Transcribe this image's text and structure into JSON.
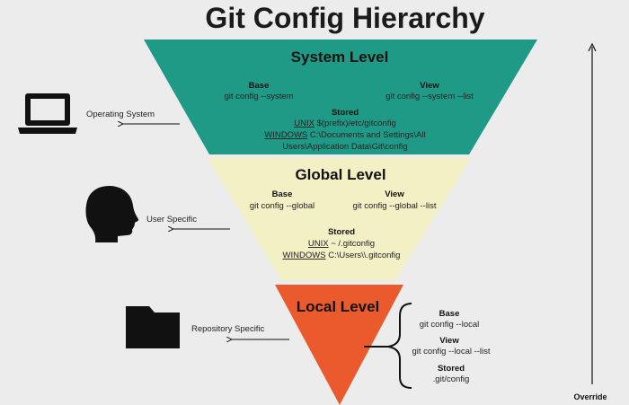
{
  "title": "Git Config Hierarchy",
  "colors": {
    "system": "#1f9a87",
    "global": "#f3f0c6",
    "local": "#ea5a2d",
    "background": "#ececec",
    "ink": "#111111"
  },
  "levels": {
    "system": {
      "title": "System Level",
      "base_heading": "Base",
      "base_cmd": "git config --system",
      "view_heading": "View",
      "view_cmd": "git config --system --list",
      "stored_heading": "Stored",
      "unix_label": "UNIX",
      "unix_path": " $(prefix)/etc/gitconfig",
      "windows_label": "WINDOWS",
      "windows_path": " C:\\Documents and Settings\\All",
      "windows_path_cont": "Users\\Application Data\\Git\\config",
      "side_label": "Operating System",
      "icon": "laptop-icon"
    },
    "global": {
      "title": "Global Level",
      "base_heading": "Base",
      "base_cmd": "git config --global",
      "view_heading": "View",
      "view_cmd": "git config --global --list",
      "stored_heading": "Stored",
      "unix_label": "UNIX",
      "unix_path": " ~ /.gitconfig",
      "windows_label": "WINDOWS",
      "windows_path": " C:\\Users\\\\.gitconfig",
      "side_label": "User Specific",
      "icon": "head-icon"
    },
    "local": {
      "title": "Local Level",
      "base_heading": "Base",
      "base_cmd": "git config --local",
      "view_heading": "View",
      "view_cmd": "git config --local --list",
      "stored_heading": "Stored",
      "stored_path": ".git/config",
      "side_label": "Repository Specific",
      "icon": "folder-icon"
    }
  },
  "override_label": "Override"
}
